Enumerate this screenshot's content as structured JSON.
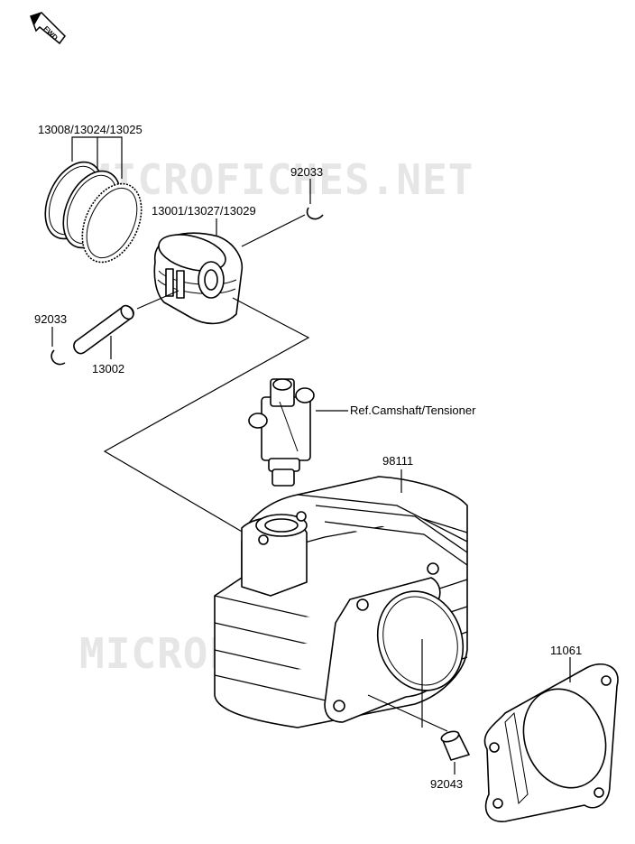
{
  "fwd_label": "FWD",
  "watermark": "MICROFICHES.NET",
  "labels": {
    "piston_rings": "13008/13024/13025",
    "piston": "13001/13027/13029",
    "clip_right": "92033",
    "clip_left": "92033",
    "piston_pin": "13002",
    "tensioner_ref": "Ref.Camshaft/Tensioner",
    "cylinder": "98111",
    "gasket": "11061",
    "dowel_pin": "92043"
  }
}
